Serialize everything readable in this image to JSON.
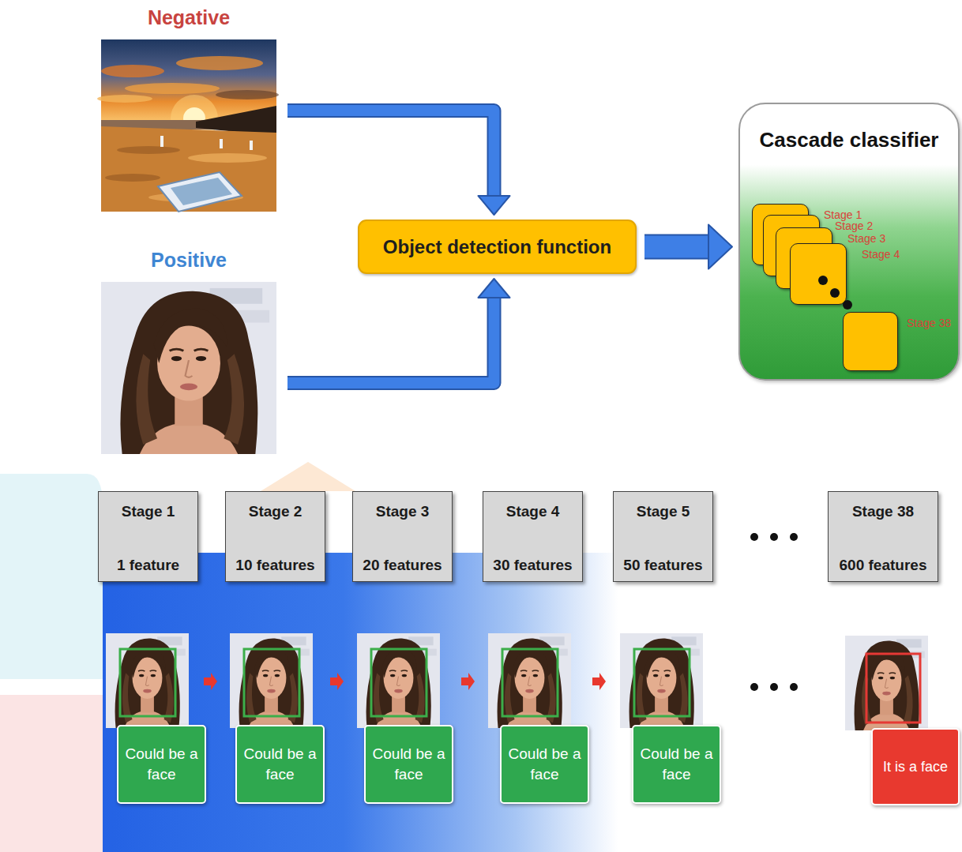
{
  "diagram": {
    "nodes": [
      {
        "text": [
          "Negative"
        ]
      },
      {
        "text": [
          "Positive"
        ]
      },
      {
        "text": [
          "Object detection function"
        ]
      },
      {
        "text": [
          "Cascade classifier"
        ]
      },
      {
        "text": [
          "Stage 1"
        ],
        "in": 3
      },
      {
        "text": [
          "Stage 2"
        ],
        "in": 3
      },
      {
        "text": [
          "Stage 3"
        ],
        "in": 3
      },
      {
        "text": [
          "Stage 4"
        ],
        "in": 3
      },
      {
        "text": [
          "Stage 38"
        ],
        "in": 3
      },
      {
        "text": [
          "Stage 1",
          "1 feature"
        ]
      },
      {
        "text": [
          "Stage 2",
          "10 features"
        ]
      },
      {
        "text": [
          "Stage 3",
          "20 features"
        ]
      },
      {
        "text": [
          "Stage 4",
          "30 features"
        ]
      },
      {
        "text": [
          "Stage 5",
          "50 features"
        ]
      },
      {
        "text": [
          "Stage 38",
          "600 features"
        ]
      },
      {
        "text": [
          "Could be a face"
        ]
      },
      {
        "text": [
          "Could be a face"
        ]
      },
      {
        "text": [
          "Could be a face"
        ]
      },
      {
        "text": [
          "Could be a face"
        ]
      },
      {
        "text": [
          "Could be a face"
        ]
      },
      {
        "text": [
          "It is a face"
        ]
      }
    ],
    "edges": [
      {
        "from": 0,
        "to": 2,
        "arrow": "to"
      },
      {
        "from": 1,
        "to": 2,
        "arrow": "to"
      },
      {
        "from": 2,
        "to": 3,
        "arrow": "to"
      }
    ]
  }
}
